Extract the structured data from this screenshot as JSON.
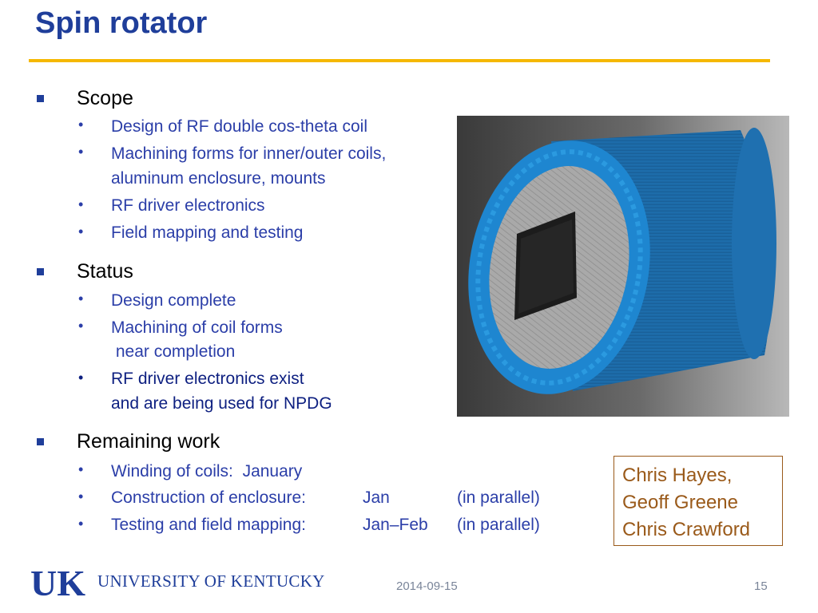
{
  "slide": {
    "title": "Spin rotator",
    "footer_date": "2014-09-15",
    "page_number": "15"
  },
  "sections": [
    {
      "heading": "Scope",
      "items": [
        [
          "Design of RF double cos-theta coil"
        ],
        [
          "Machining forms for inner/outer coils,",
          "aluminum enclosure, mounts"
        ],
        [
          "RF driver electronics"
        ],
        [
          "Field mapping and testing"
        ]
      ]
    },
    {
      "heading": "Status",
      "items": [
        [
          "Design complete"
        ],
        [
          "Machining of coil forms",
          " near completion"
        ],
        [
          "RF driver electronics exist",
          "and are being used for NPDG"
        ]
      ]
    },
    {
      "heading": "Remaining work",
      "items": [
        [
          "Winding of coils:  January"
        ],
        [
          "Construction of enclosure:",
          "Jan",
          "(in parallel)"
        ],
        [
          "Testing and field mapping:",
          "Jan–Feb",
          "(in parallel)"
        ]
      ]
    }
  ],
  "credits": [
    "Chris Hayes,",
    "Geoff Greene",
    "Chris Crawford"
  ],
  "logo": {
    "mark": "UK",
    "text": "UNIVERSITY OF KENTUCKY"
  },
  "colors": {
    "title": "#1f3e9a",
    "rule": "#f5b800",
    "bullet_text": "#2b3ea8",
    "credits": "#9a5a1a",
    "coil_blue": "#1f6fae"
  }
}
